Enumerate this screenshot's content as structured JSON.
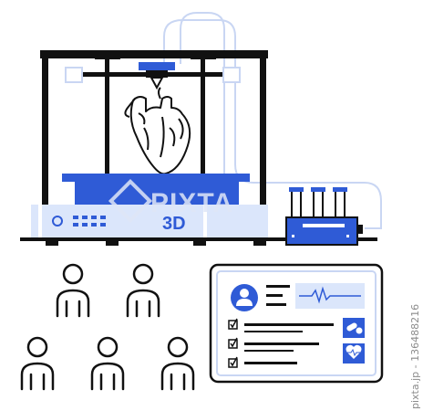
{
  "printer": {
    "label": "3D"
  },
  "watermark": {
    "center": "PIXTA",
    "side": "pixta.jp - 136488216"
  },
  "colors": {
    "accent": "#2f5bd6",
    "accent_light": "#dbe6fb",
    "line": "#111111",
    "pale_line": "#c9d6f3"
  },
  "icons": {
    "printer": "3d-printer-icon",
    "heart": "anatomical-heart-icon",
    "people": "person-icon",
    "tablet": "medical-record-tablet-icon"
  }
}
